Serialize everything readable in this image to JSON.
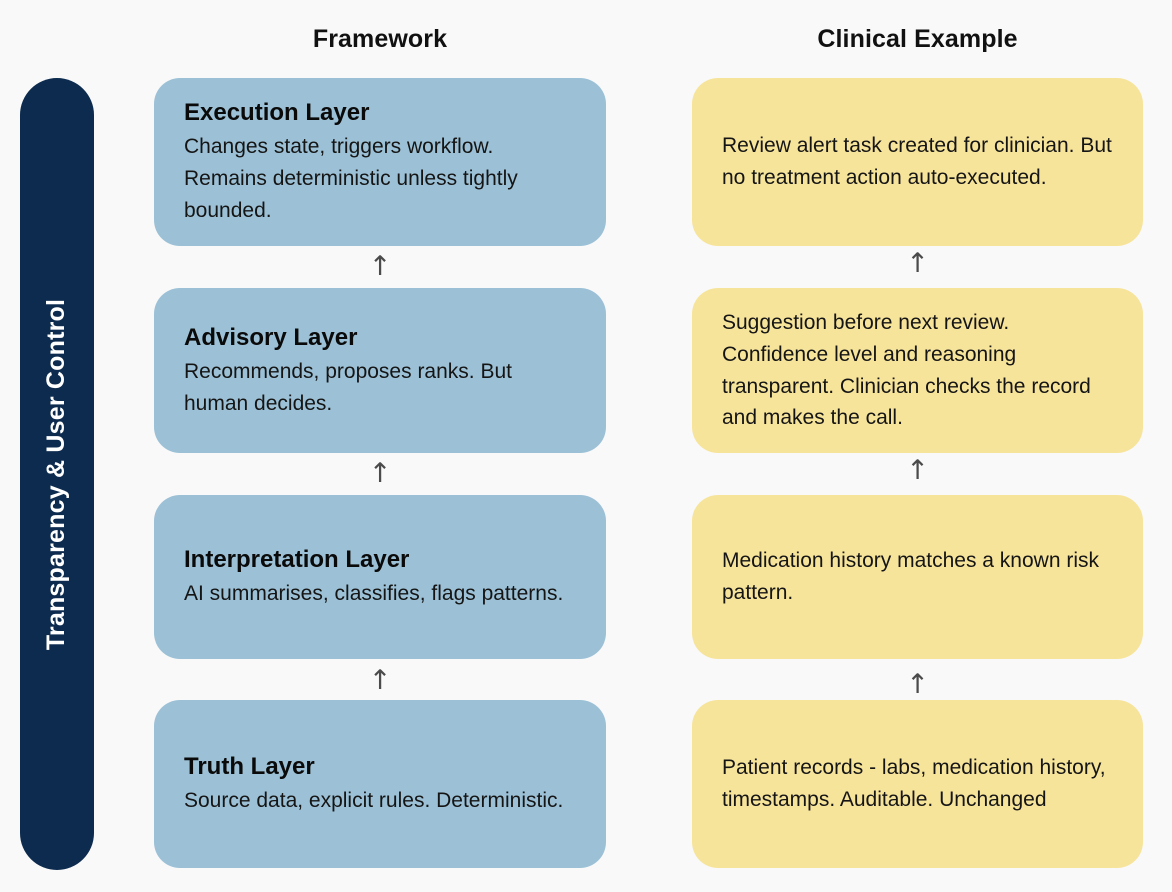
{
  "background_color": "#F9F9FA",
  "rail": {
    "label": "Transparency & User Control",
    "color": "#0C2B4E",
    "text_color": "#FFFFFF"
  },
  "columns": {
    "framework_header": "Framework",
    "clinical_header": "Clinical Example",
    "framework_color": "#9CC1D6",
    "clinical_color": "#F7E49B"
  },
  "arrow_glyph": "↑",
  "arrow_color": "#4B4B4B",
  "rows": [
    {
      "framework": {
        "title": "Execution Layer",
        "body": "Changes state, triggers workflow. Remains deterministic unless tightly bounded."
      },
      "clinical": {
        "body": "Review alert task created for clinician. But no treatment action auto-executed."
      }
    },
    {
      "framework": {
        "title": "Advisory Layer",
        "body": "Recommends, proposes ranks. But human decides."
      },
      "clinical": {
        "body": "Suggestion before next review. Confidence level and reasoning transparent. Clinician checks the record and makes the call."
      }
    },
    {
      "framework": {
        "title": "Interpretation Layer",
        "body": "AI summarises, classifies, flags patterns."
      },
      "clinical": {
        "body": "Medication history matches a known risk pattern."
      }
    },
    {
      "framework": {
        "title": "Truth Layer",
        "body": "Source data, explicit rules. Deterministic."
      },
      "clinical": {
        "body": "Patient records - labs, medication history, timestamps. Auditable. Unchanged"
      }
    }
  ]
}
